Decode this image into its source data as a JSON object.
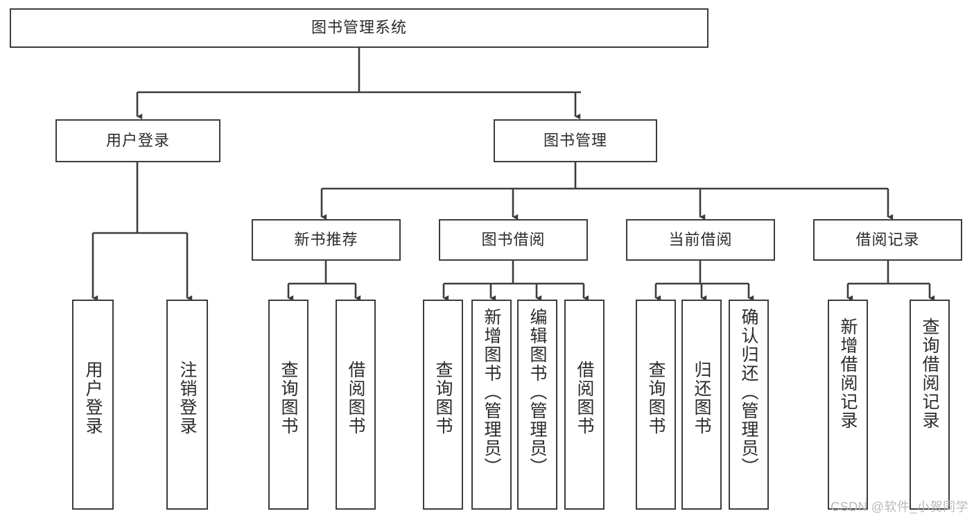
{
  "diagram": {
    "type": "tree-hierarchy-chart",
    "title": "图书管理系统",
    "line_color": "#3c3c3c",
    "background_color": "#ffffff",
    "text_color": "#2b2b2b"
  },
  "nodes": {
    "root": {
      "label": "图书管理系统"
    },
    "tier2": [
      {
        "id": "user-login",
        "label": "用户登录"
      },
      {
        "id": "book-manage",
        "label": "图书管理"
      }
    ],
    "tier3": [
      {
        "id": "new-book-recommend",
        "label": "新书推荐"
      },
      {
        "id": "book-borrow",
        "label": "图书借阅"
      },
      {
        "id": "current-borrow",
        "label": "当前借阅"
      },
      {
        "id": "borrow-record",
        "label": "借阅记录"
      }
    ],
    "leaves": {
      "user_login": [
        {
          "id": "leaf-user-login",
          "label": "用户登录"
        },
        {
          "id": "leaf-logout-login",
          "label": "注销登录"
        }
      ],
      "new_book_recommend": [
        {
          "id": "leaf-query-book-1",
          "label": "查询图书"
        },
        {
          "id": "leaf-borrow-book-1",
          "label": "借阅图书"
        }
      ],
      "book_borrow": [
        {
          "id": "leaf-query-book-2",
          "label": "查询图书"
        },
        {
          "id": "leaf-add-book",
          "label": "新增图书（管理员）"
        },
        {
          "id": "leaf-edit-book",
          "label": "编辑图书（管理员）"
        },
        {
          "id": "leaf-borrow-book-2",
          "label": "借阅图书"
        }
      ],
      "current_borrow": [
        {
          "id": "leaf-query-book-3",
          "label": "查询图书"
        },
        {
          "id": "leaf-return-book",
          "label": "归还图书"
        },
        {
          "id": "leaf-confirm-return",
          "label": "确认归还（管理员）"
        }
      ],
      "borrow_record": [
        {
          "id": "leaf-add-record",
          "label": "新增借阅记录"
        },
        {
          "id": "leaf-query-record",
          "label": "查询借阅记录"
        }
      ]
    }
  },
  "watermark": {
    "text": "CSDN @软件_小贺同学"
  }
}
